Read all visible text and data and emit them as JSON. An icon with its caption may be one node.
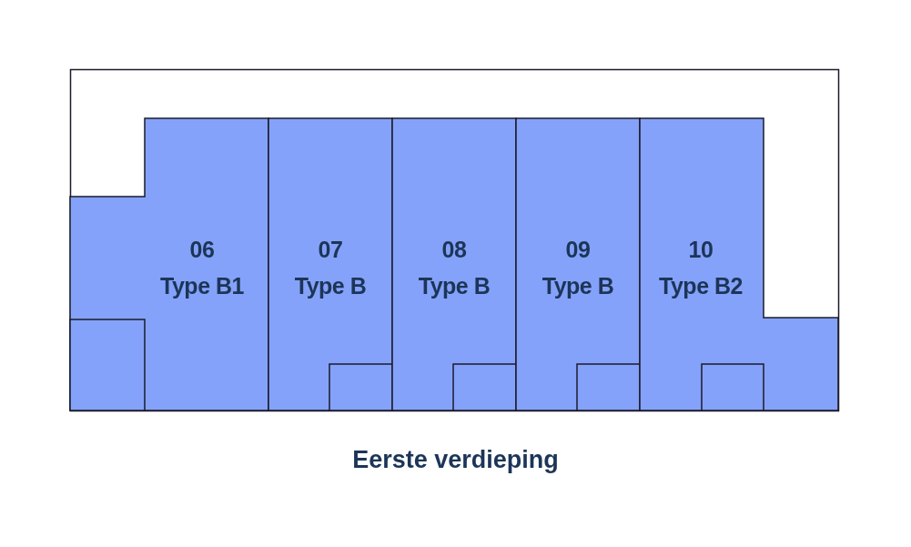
{
  "diagram": {
    "caption": "Eerste verdieping",
    "nodes": [
      {
        "text": [
          "06",
          "Type B1"
        ]
      },
      {
        "text": [
          "07",
          "Type B"
        ]
      },
      {
        "text": [
          "08",
          "Type B"
        ]
      },
      {
        "text": [
          "09",
          "Type B"
        ]
      },
      {
        "text": [
          "10",
          "Type B2"
        ]
      }
    ]
  }
}
